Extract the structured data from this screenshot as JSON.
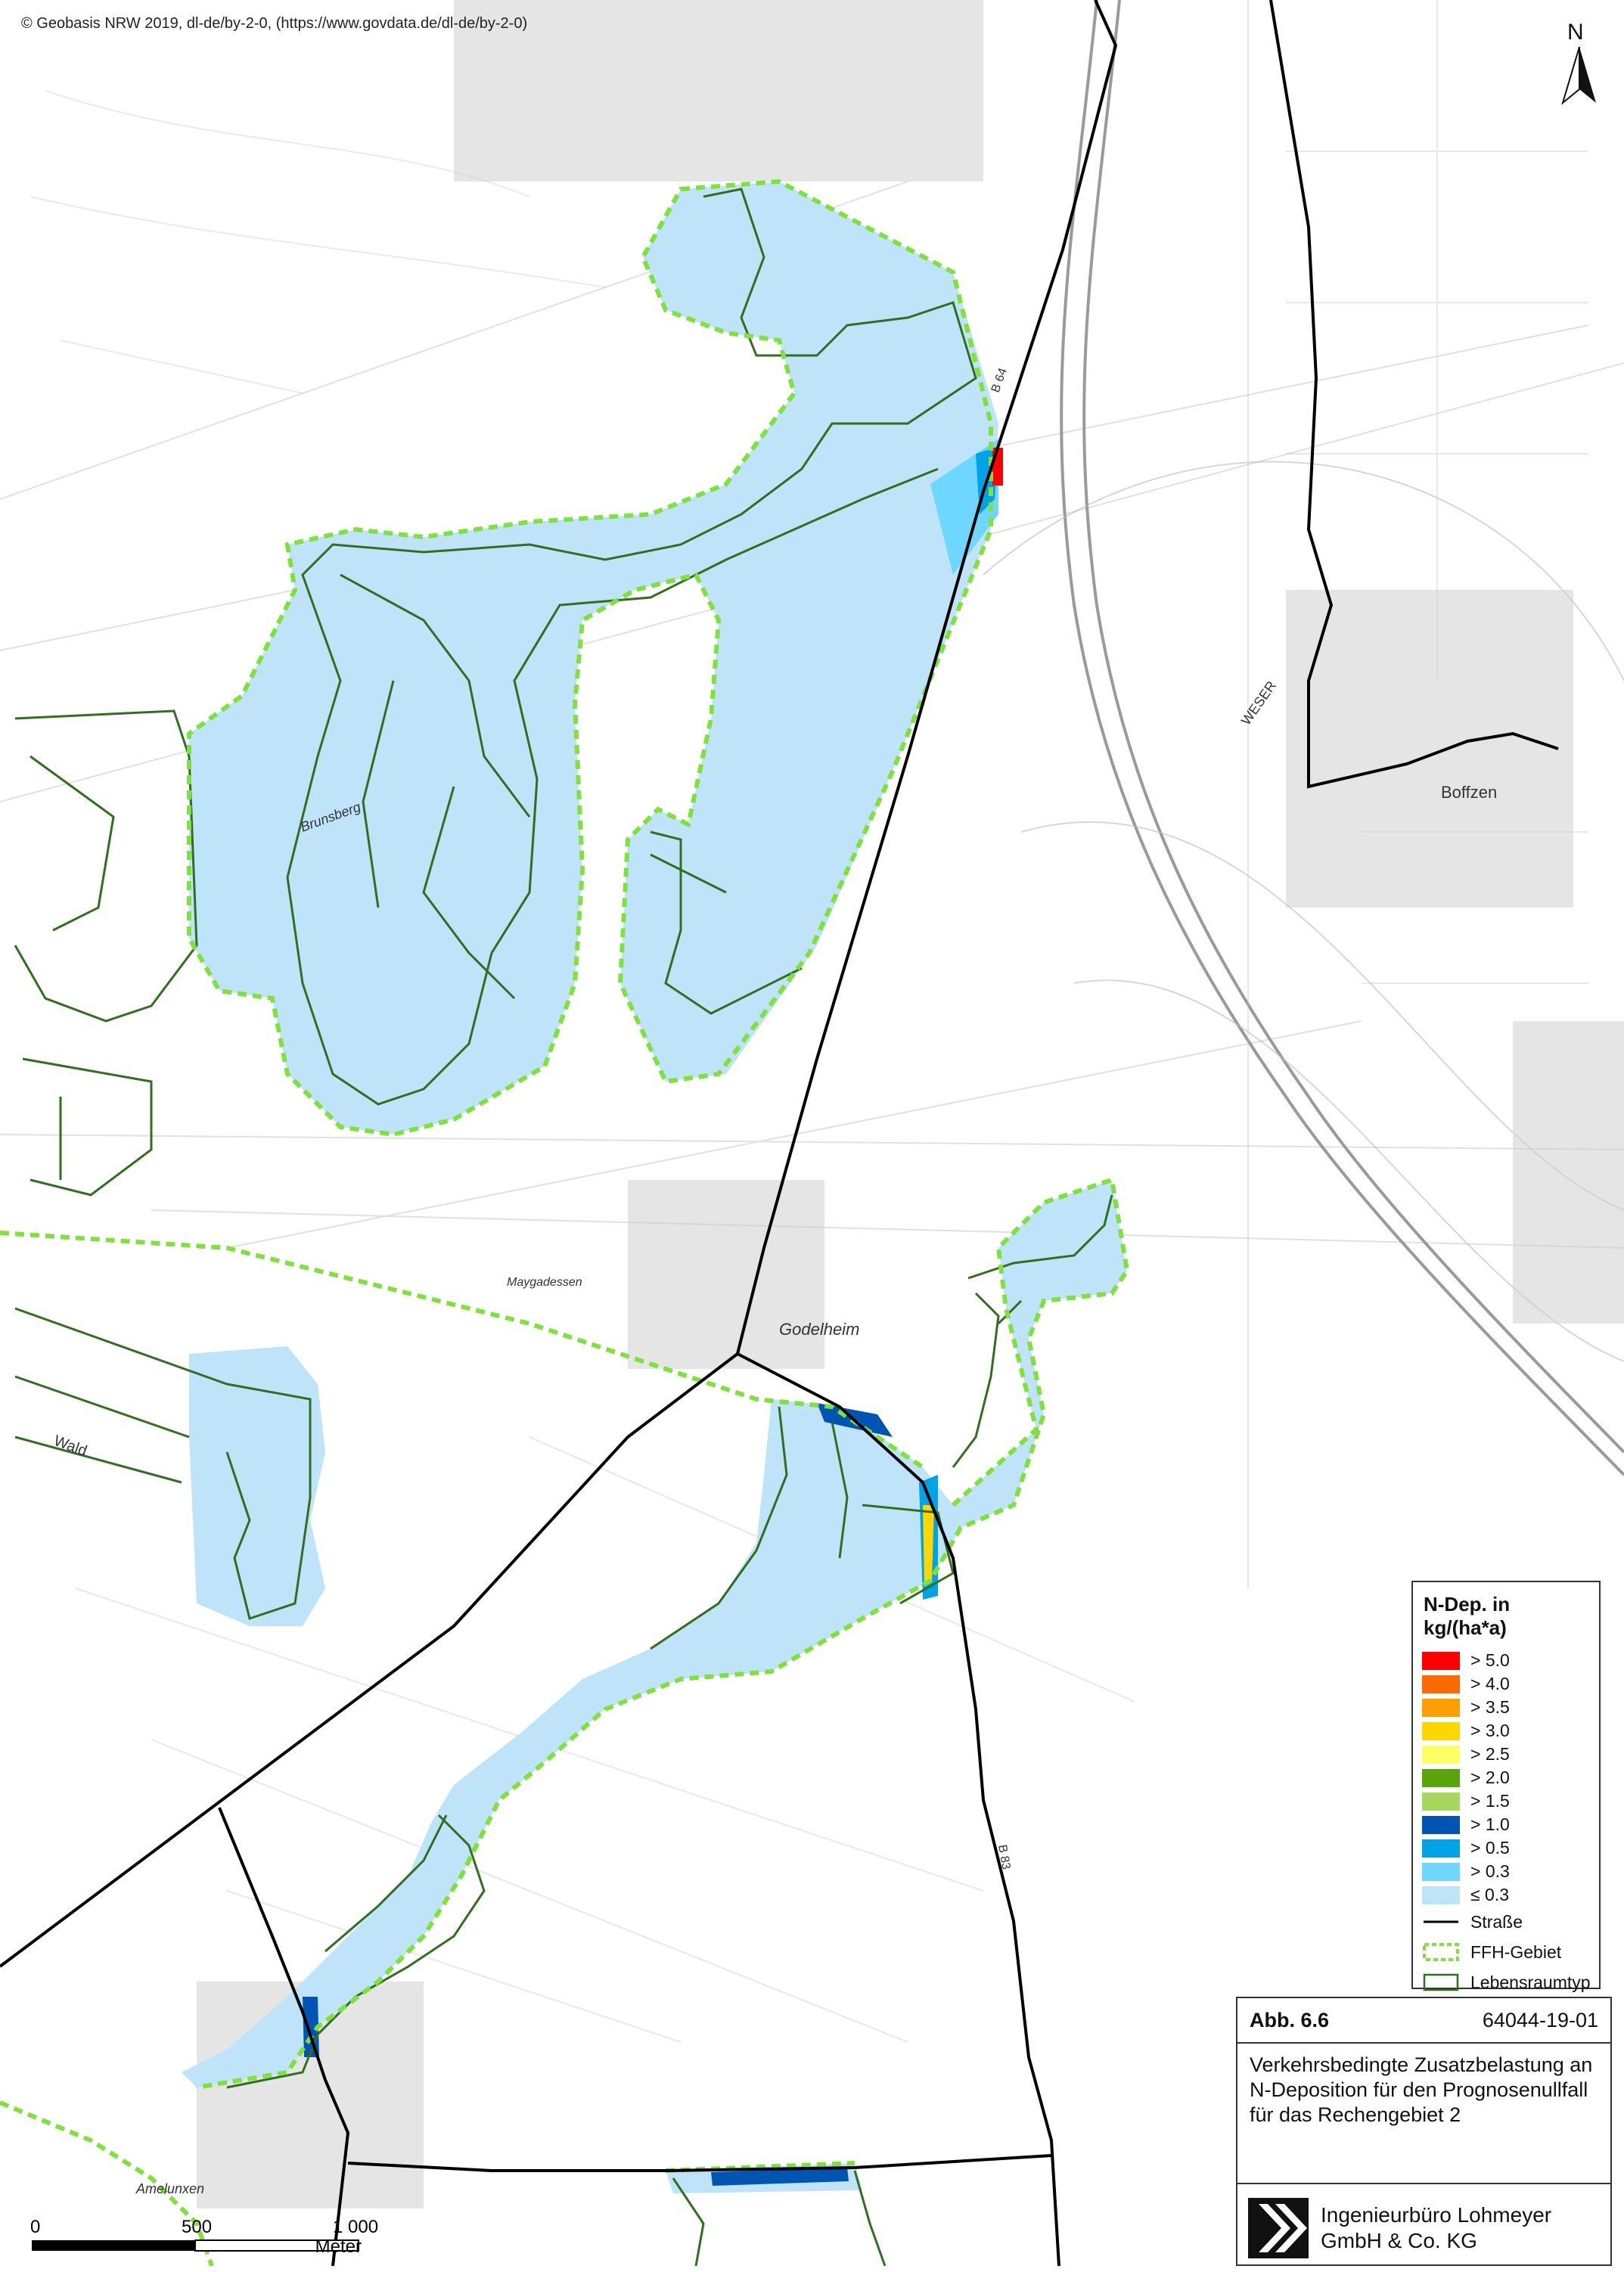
{
  "map": {
    "copyright": "© Geobasis NRW 2019, dl-de/by-2-0, (https://www.govdata.de/dl-de/by-2-0)",
    "north_label": "N",
    "place_labels": [
      "Boffzen",
      "Godelheim",
      "Amelunxen",
      "Brunsberg",
      "Maygadessen",
      "Wald",
      "WESER"
    ],
    "road_labels": [
      "B 64",
      "B 83"
    ],
    "colors": {
      "background": "#ffffff",
      "basemap_line": "#b9b9b9",
      "road": "#000000",
      "ffh": "#7ee23a",
      "habitat": "#2f6f1f",
      "deposition_low": "#bfe3f8"
    }
  },
  "legend": {
    "title": "N-Dep. in kg/(ha*a)",
    "classes": [
      {
        "label": "> 5.0",
        "color": "#ff0000"
      },
      {
        "label": "> 4.0",
        "color": "#ff6a00"
      },
      {
        "label": "> 3.5",
        "color": "#ffa000"
      },
      {
        "label": "> 3.0",
        "color": "#ffd700"
      },
      {
        "label": "> 2.5",
        "color": "#ffff66"
      },
      {
        "label": "> 2.0",
        "color": "#5aa50a"
      },
      {
        "label": "> 1.5",
        "color": "#a6d75f"
      },
      {
        "label": "> 1.0",
        "color": "#0055b3"
      },
      {
        "label": "> 0.5",
        "color": "#00a3e6"
      },
      {
        "label": "> 0.3",
        "color": "#6fd7ff"
      },
      {
        "label": "≤ 0.3",
        "color": "#bfe3f8"
      }
    ],
    "road_label": "Straße",
    "ffh_label": "FFH-Gebiet",
    "habitat_label": "Lebensraumtyp"
  },
  "titlebox": {
    "figure": "Abb. 6.6",
    "project": "64044-19-01",
    "desc_line1": "Verkehrsbedingte Zusatzbelastung an",
    "desc_line2": "N-Deposition für den Prognosenullfall",
    "desc_line3": "für das Rechengebiet 2",
    "company_line1": "Ingenieurbüro Lohmeyer",
    "company_line2": "GmbH & Co. KG"
  },
  "scalebar": {
    "tick0": "0",
    "tick1": "500",
    "tick2": "1 000",
    "unit": "Meter"
  }
}
